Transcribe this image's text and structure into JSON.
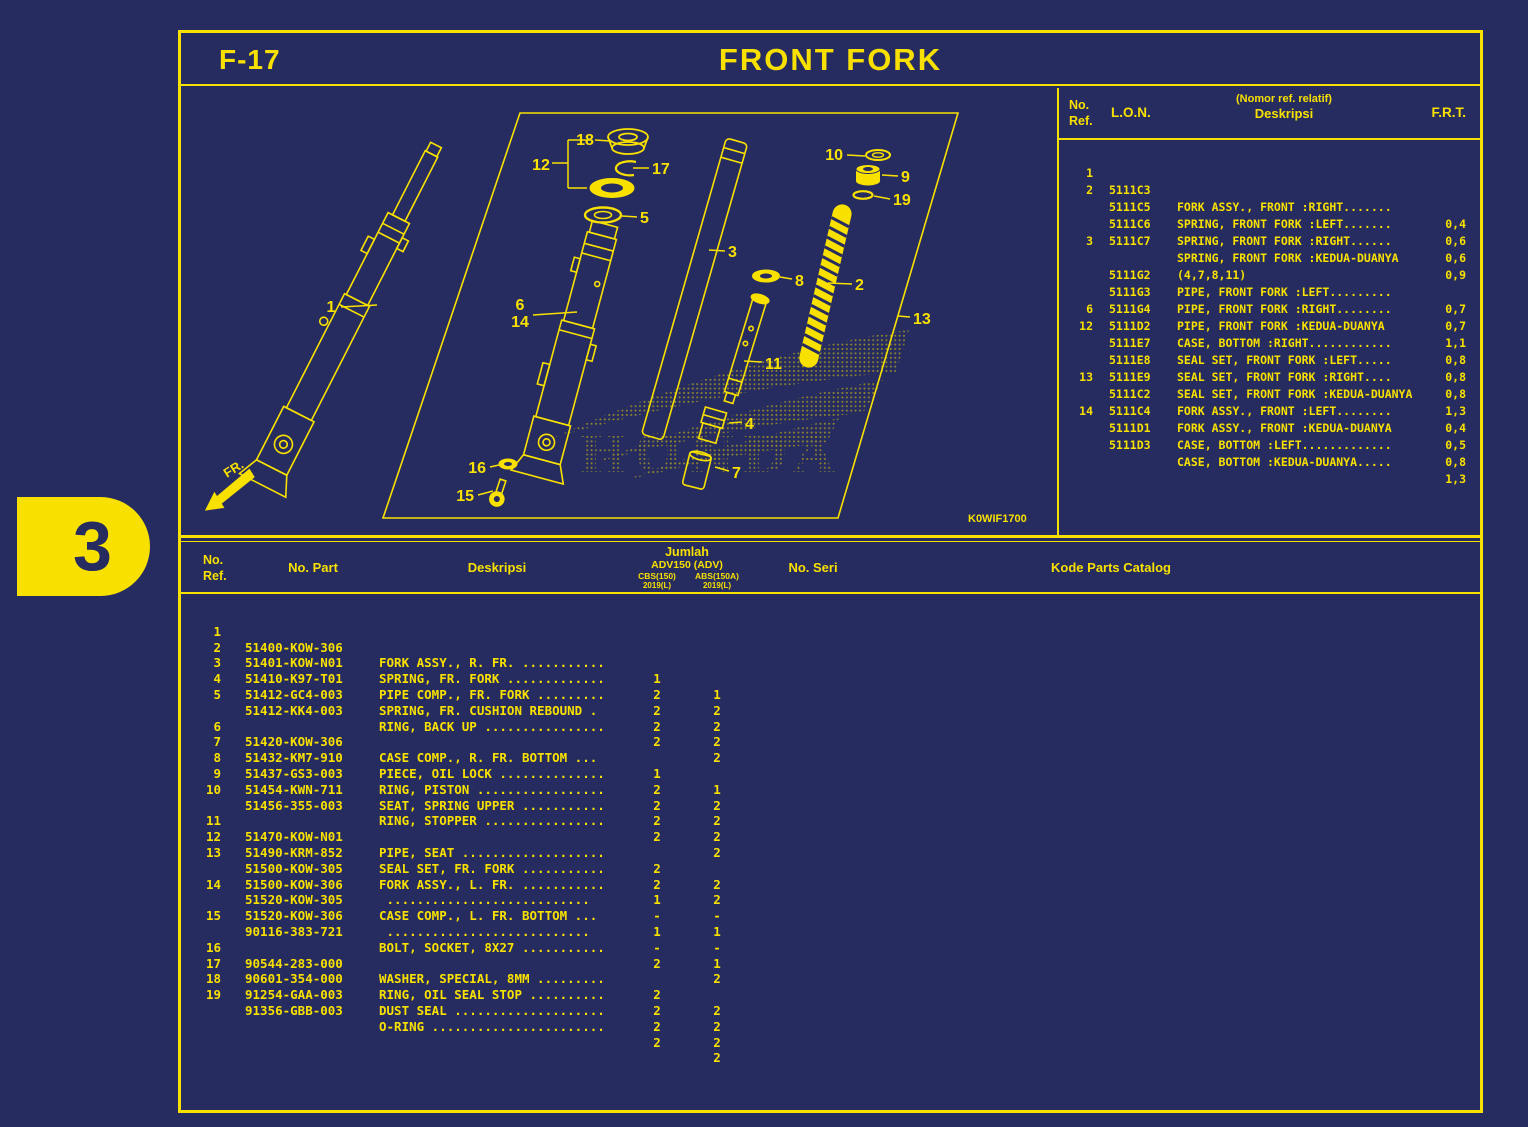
{
  "header": {
    "page_code": "F-17",
    "title": "FRONT FORK"
  },
  "side_tab": {
    "number": "3"
  },
  "diagram": {
    "code": "K0WIF1700",
    "front_label": "FR.",
    "watermark": "HONDA",
    "callouts": [
      "1",
      "2",
      "3",
      "4",
      "5",
      "6",
      "7",
      "8",
      "9",
      "10",
      "11",
      "12",
      "13",
      "14",
      "15",
      "16",
      "17",
      "18",
      "19"
    ]
  },
  "ref_table": {
    "header": {
      "no_ref1": "No.",
      "no_ref2": "Ref.",
      "lon": "L.O.N.",
      "desc_note": "(Nomor ref. relatif)",
      "desc": "Deskripsi",
      "frt": "F.R.T."
    },
    "rows": [
      {
        "ref": "1",
        "lon": "5111C3",
        "desc": "FORK ASSY., FRONT :RIGHT.......",
        "frt": "0,4"
      },
      {
        "ref": "2",
        "lon": "5111C5",
        "desc": "SPRING, FRONT FORK :LEFT.......",
        "frt": "0,6"
      },
      {
        "ref": "",
        "lon": "5111C6",
        "desc": "SPRING, FRONT FORK :RIGHT......",
        "frt": "0,6"
      },
      {
        "ref": "",
        "lon": "5111C7",
        "desc": "SPRING, FRONT FORK :KEDUA-DUANYA",
        "frt": "0,9"
      },
      {
        "ref": "3",
        "lon": "",
        "desc": "(4,7,8,11)",
        "frt": ""
      },
      {
        "ref": "",
        "lon": "5111G2",
        "desc": "PIPE, FRONT FORK :LEFT.........",
        "frt": "0,7"
      },
      {
        "ref": "",
        "lon": "5111G3",
        "desc": "PIPE, FRONT FORK :RIGHT........",
        "frt": "0,7"
      },
      {
        "ref": "",
        "lon": "5111G4",
        "desc": "PIPE, FRONT FORK :KEDUA-DUANYA",
        "frt": "1,1"
      },
      {
        "ref": "6",
        "lon": "5111D2",
        "desc": "CASE, BOTTOM :RIGHT............",
        "frt": "0,8"
      },
      {
        "ref": "12",
        "lon": "5111E7",
        "desc": "SEAL SET, FRONT FORK :LEFT.....",
        "frt": "0,8"
      },
      {
        "ref": "",
        "lon": "5111E8",
        "desc": "SEAL SET, FRONT FORK :RIGHT....",
        "frt": "0,8"
      },
      {
        "ref": "",
        "lon": "5111E9",
        "desc": "SEAL SET, FRONT FORK :KEDUA-DUANYA",
        "frt": "1,3"
      },
      {
        "ref": "13",
        "lon": "5111C2",
        "desc": "FORK ASSY., FRONT :LEFT........",
        "frt": "0,4"
      },
      {
        "ref": "",
        "lon": "5111C4",
        "desc": "FORK ASSY., FRONT :KEDUA-DUANYA",
        "frt": "0,5"
      },
      {
        "ref": "14",
        "lon": "5111D1",
        "desc": "CASE, BOTTOM :LEFT.............",
        "frt": "0,8"
      },
      {
        "ref": "",
        "lon": "5111D3",
        "desc": "CASE, BOTTOM :KEDUA-DUANYA.....",
        "frt": "1,3"
      }
    ]
  },
  "parts_table": {
    "header": {
      "no_ref1": "No.",
      "no_ref2": "Ref.",
      "no_part": "No. Part",
      "desc": "Deskripsi",
      "jumlah": "Jumlah",
      "model": "ADV150 (ADV)",
      "variant1": "CBS(150)",
      "variant2": "ABS(150A)",
      "year1": "2019(L)",
      "year2": "2019(L)",
      "no_seri": "No. Seri",
      "kode": "Kode Parts Catalog"
    },
    "rows": [
      {
        "ref": "1",
        "part": "51400-KOW-306",
        "desc": "FORK ASSY., R. FR. ...........",
        "qty1": "1",
        "qty2": "1"
      },
      {
        "ref": "2",
        "part": "51401-KOW-N01",
        "desc": "SPRING, FR. FORK .............",
        "qty1": "2",
        "qty2": "2"
      },
      {
        "ref": "3",
        "part": "51410-K97-T01",
        "desc": "PIPE COMP., FR. FORK .........",
        "qty1": "2",
        "qty2": "2"
      },
      {
        "ref": "4",
        "part": "51412-GC4-003",
        "desc": "SPRING, FR. CUSHION REBOUND .",
        "qty1": "2",
        "qty2": "2"
      },
      {
        "ref": "5",
        "part": "51412-KK4-003",
        "desc": "RING, BACK UP ................",
        "qty1": "2",
        "qty2": "2"
      },
      {
        "ref": "",
        "part": "",
        "desc": "",
        "qty1": "",
        "qty2": ""
      },
      {
        "ref": "6",
        "part": "51420-KOW-306",
        "desc": "CASE COMP., R. FR. BOTTOM ...",
        "qty1": "1",
        "qty2": "1"
      },
      {
        "ref": "7",
        "part": "51432-KM7-910",
        "desc": "PIECE, OIL LOCK ..............",
        "qty1": "2",
        "qty2": "2"
      },
      {
        "ref": "8",
        "part": "51437-GS3-003",
        "desc": "RING, PISTON .................",
        "qty1": "2",
        "qty2": "2"
      },
      {
        "ref": "9",
        "part": "51454-KWN-711",
        "desc": "SEAT, SPRING UPPER ...........",
        "qty1": "2",
        "qty2": "2"
      },
      {
        "ref": "10",
        "part": "51456-355-003",
        "desc": "RING, STOPPER ................",
        "qty1": "2",
        "qty2": "2"
      },
      {
        "ref": "",
        "part": "",
        "desc": "",
        "qty1": "",
        "qty2": ""
      },
      {
        "ref": "11",
        "part": "51470-KOW-N01",
        "desc": "PIPE, SEAT ...................",
        "qty1": "2",
        "qty2": "2"
      },
      {
        "ref": "12",
        "part": "51490-KRM-852",
        "desc": "SEAL SET, FR. FORK ...........",
        "qty1": "2",
        "qty2": "2"
      },
      {
        "ref": "13",
        "part": "51500-KOW-305",
        "desc": "FORK ASSY., L. FR. ...........",
        "qty1": "1",
        "qty2": "-"
      },
      {
        "ref": "",
        "part": "51500-KOW-306",
        "desc": " ...........................",
        "qty1": "-",
        "qty2": "1"
      },
      {
        "ref": "14",
        "part": "51520-KOW-305",
        "desc": "CASE COMP., L. FR. BOTTOM ...",
        "qty1": "1",
        "qty2": "-"
      },
      {
        "ref": "",
        "part": "51520-KOW-306",
        "desc": " ...........................",
        "qty1": "-",
        "qty2": "1"
      },
      {
        "ref": "15",
        "part": "90116-383-721",
        "desc": "BOLT, SOCKET, 8X27 ...........",
        "qty1": "2",
        "qty2": "2"
      },
      {
        "ref": "",
        "part": "",
        "desc": "",
        "qty1": "",
        "qty2": ""
      },
      {
        "ref": "16",
        "part": "90544-283-000",
        "desc": "WASHER, SPECIAL, 8MM .........",
        "qty1": "2",
        "qty2": "2"
      },
      {
        "ref": "17",
        "part": "90601-354-000",
        "desc": "RING, OIL SEAL STOP ..........",
        "qty1": "2",
        "qty2": "2"
      },
      {
        "ref": "18",
        "part": "91254-GAA-003",
        "desc": "DUST SEAL ....................",
        "qty1": "2",
        "qty2": "2"
      },
      {
        "ref": "19",
        "part": "91356-GBB-003",
        "desc": "O-RING .......................",
        "qty1": "2",
        "qty2": "2"
      }
    ]
  }
}
